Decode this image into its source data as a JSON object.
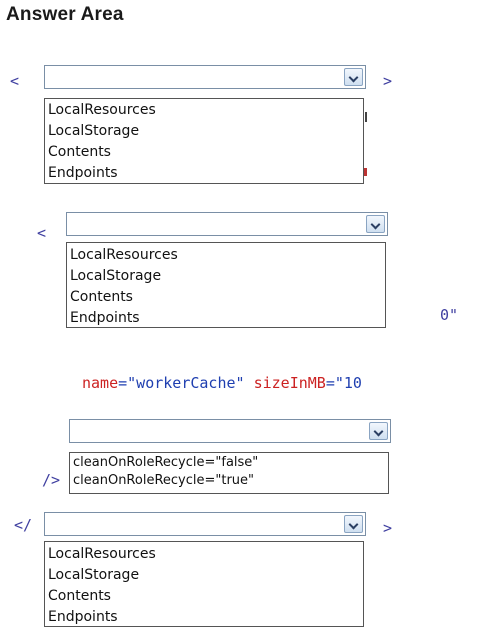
{
  "heading": "Answer Area",
  "tokens": {
    "lt": "<",
    "gt": ">",
    "selfclose": "/>",
    "close_open": "</",
    "partial_value": "0\"",
    "name_attr": "name",
    "eq": "=",
    "name_value": "\"workerCache\"",
    "size_attr": "sizeInMB",
    "size_value_partial": "\"10"
  },
  "dropdowns": [
    {
      "selected": "",
      "options": [
        "LocalResources",
        "LocalStorage",
        "Contents",
        "Endpoints"
      ]
    },
    {
      "selected": "",
      "options": [
        "LocalResources",
        "LocalStorage",
        "Contents",
        "Endpoints"
      ]
    },
    {
      "selected": "",
      "options": [
        "cleanOnRoleRecycle=\"false\"",
        "cleanOnRoleRecycle=\"true\""
      ]
    },
    {
      "selected": "",
      "options": [
        "LocalResources",
        "LocalStorage",
        "Contents",
        "Endpoints"
      ]
    }
  ],
  "colors": {
    "tag": "#3f3fa0",
    "attr": "#cc2222",
    "value": "#1f3fb0",
    "border": "#7a8fa6"
  }
}
